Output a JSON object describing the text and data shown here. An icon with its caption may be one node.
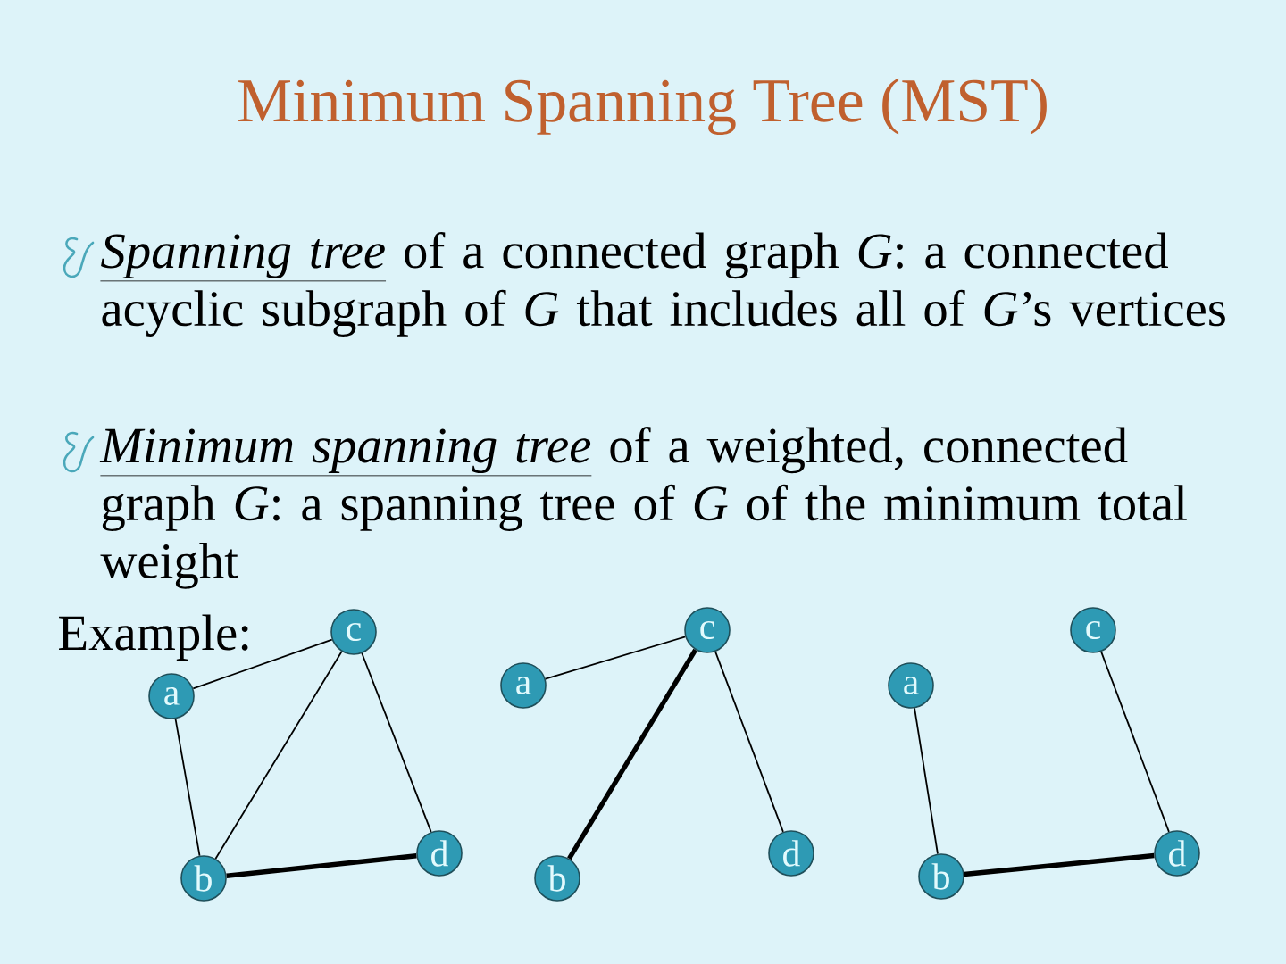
{
  "diagram": {
    "title": "Minimum Spanning Tree (MST)",
    "nodes": [
      {
        "text": [
          "a"
        ]
      },
      {
        "text": [
          "b"
        ]
      },
      {
        "text": [
          "c"
        ]
      },
      {
        "text": [
          "d"
        ]
      },
      {
        "text": [
          "a"
        ]
      },
      {
        "text": [
          "b"
        ]
      },
      {
        "text": [
          "c"
        ]
      },
      {
        "text": [
          "d"
        ]
      },
      {
        "text": [
          "a"
        ]
      },
      {
        "text": [
          "b"
        ]
      },
      {
        "text": [
          "c"
        ]
      },
      {
        "text": [
          "d"
        ]
      }
    ],
    "edges": [
      {
        "from": 0,
        "to": 2,
        "arrow": "none"
      },
      {
        "from": 0,
        "to": 1,
        "arrow": "none"
      },
      {
        "from": 1,
        "to": 2,
        "arrow": "none"
      },
      {
        "from": 2,
        "to": 3,
        "arrow": "none"
      },
      {
        "from": 1,
        "to": 3,
        "arrow": "none",
        "style": "thick"
      },
      {
        "from": 4,
        "to": 6,
        "arrow": "none"
      },
      {
        "from": 5,
        "to": 6,
        "arrow": "none",
        "style": "thick"
      },
      {
        "from": 6,
        "to": 7,
        "arrow": "none"
      },
      {
        "from": 8,
        "to": 9,
        "arrow": "none"
      },
      {
        "from": 9,
        "to": 11,
        "arrow": "none",
        "style": "thick"
      },
      {
        "from": 10,
        "to": 11,
        "arrow": "none"
      }
    ],
    "labels": [
      "Spanning tree",
      "of a connected graph *G*: a connected acyclic subgraph of *G* that includes all of *G*’s vertices",
      "Minimum spanning tree",
      "of a weighted, connected graph *G*: a spanning tree of *G* of the minimum total weight",
      "Example:"
    ]
  }
}
